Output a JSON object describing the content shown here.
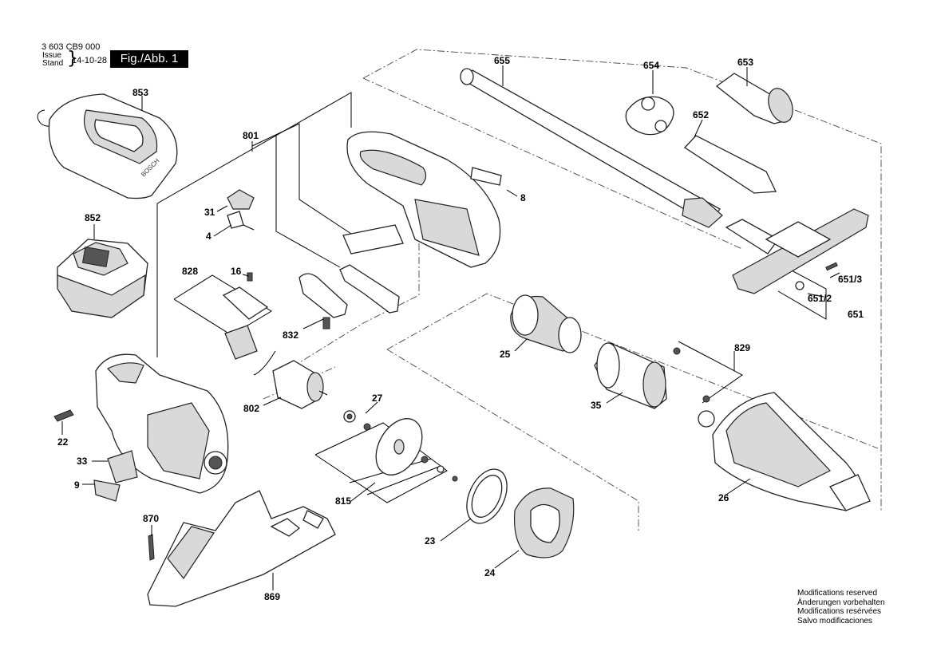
{
  "header": {
    "doc_number": "3 603 CB9 000",
    "issue_label": "Issue",
    "stand_label": "Stand",
    "issue_date": "14-10-28",
    "figure_tag": "Fig./Abb. 1"
  },
  "parts": {
    "p853": "853",
    "p852": "852",
    "p801": "801",
    "p31": "31",
    "p4": "4",
    "p828": "828",
    "p16": "16",
    "p832": "832",
    "p8": "8",
    "p655": "655",
    "p654": "654",
    "p653": "653",
    "p652": "652",
    "p651_3": "651/3",
    "p651_2": "651/2",
    "p651": "651",
    "p25": "25",
    "p829": "829",
    "p35": "35",
    "p26": "26",
    "p27": "27",
    "p802": "802",
    "p22": "22",
    "p33": "33",
    "p9": "9",
    "p815": "815",
    "p23": "23",
    "p24": "24",
    "p870": "870",
    "p869": "869"
  },
  "footer": {
    "line1": "Modifications reserved",
    "line2": "Änderungen vorbehalten",
    "line3": "Modifications resérvées",
    "line4": "Salvo modificaciones"
  }
}
